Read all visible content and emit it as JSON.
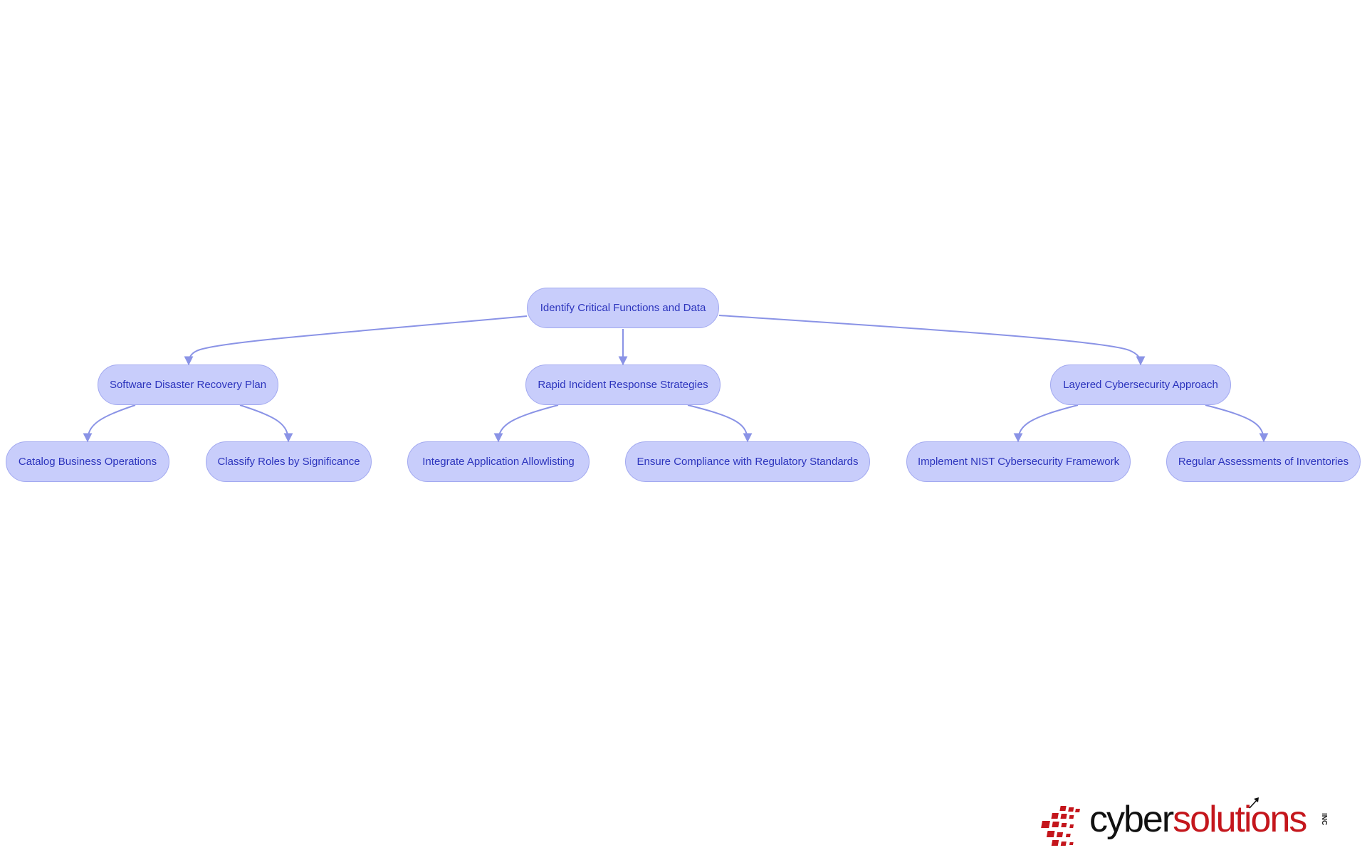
{
  "diagram": {
    "nodes": {
      "root": "Identify Critical Functions and Data",
      "drp": "Software Disaster Recovery Plan",
      "irs": "Rapid Incident Response Strategies",
      "lca": "Layered Cybersecurity Approach",
      "catalog": "Catalog Business Operations",
      "classify": "Classify Roles by Significance",
      "allowlist": "Integrate Application Allowlisting",
      "compliance": "Ensure Compliance with Regulatory Standards",
      "nist": "Implement NIST Cybersecurity Framework",
      "assess": "Regular Assessments of Inventories"
    },
    "edges": [
      [
        "root",
        "drp"
      ],
      [
        "root",
        "irs"
      ],
      [
        "root",
        "lca"
      ],
      [
        "drp",
        "catalog"
      ],
      [
        "drp",
        "classify"
      ],
      [
        "irs",
        "allowlist"
      ],
      [
        "irs",
        "compliance"
      ],
      [
        "lca",
        "nist"
      ],
      [
        "lca",
        "assess"
      ]
    ],
    "colors": {
      "node_fill": "#c8cdfb",
      "node_border": "#a2a9f0",
      "node_text": "#2c34bd",
      "edge": "#8a93e6"
    }
  },
  "logo": {
    "text_part1": "cyber",
    "text_part2": "solutions",
    "suffix": "INC",
    "colors": {
      "primary": "#111111",
      "accent": "#c4161c"
    }
  }
}
